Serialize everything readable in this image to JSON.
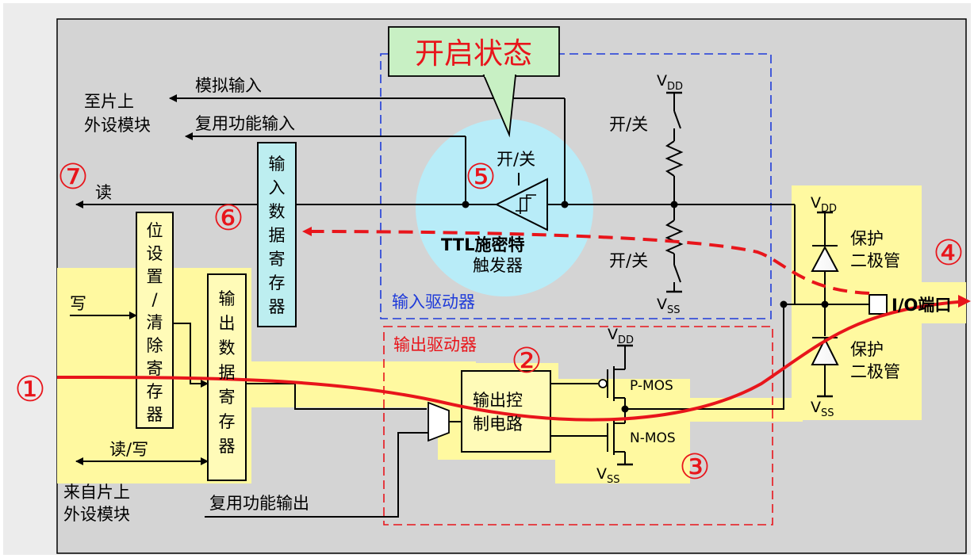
{
  "callout": "开启状态",
  "labels": {
    "to_peripheral_line1": "至片上",
    "to_peripheral_line2": "外设模块",
    "analog_input": "模拟输入",
    "alt_function_input": "复用功能输入",
    "read": "读",
    "write": "写",
    "read_write": "读/写",
    "from_peripheral_line1": "来自片上",
    "from_peripheral_line2": "外设模块",
    "alt_function_output": "复用功能输出",
    "on_off": "开/关",
    "ttl_schmitt_line1": "TTL施密特",
    "ttl_schmitt_line2": "触发器",
    "input_driver": "输入驱动器",
    "output_driver": "输出驱动器",
    "protection_diode_line1": "保护",
    "protection_diode_line2": "二极管",
    "io_pin": "I/O端口",
    "p_mos": "P-MOS",
    "n_mos": "N-MOS",
    "vdd_main": "V",
    "vdd_sub": "DD",
    "vss_main": "V",
    "vss_sub": "SS"
  },
  "blocks": {
    "input_data_register": [
      "输",
      "入",
      "数",
      "据",
      "寄",
      "存",
      "器"
    ],
    "bit_set_reset_register": [
      "位",
      "设",
      "置",
      "/",
      "清",
      "除",
      "寄",
      "存",
      "器"
    ],
    "output_data_register": [
      "输",
      "出",
      "数",
      "据",
      "寄",
      "存",
      "器"
    ],
    "output_control_line1": "输出控",
    "output_control_line2": "制电路"
  },
  "markers": [
    "①",
    "②",
    "③",
    "④",
    "⑤",
    "⑥",
    "⑦"
  ],
  "colors": {
    "highlight": "#fff9a0",
    "panel": "#d4d4d4",
    "signal_red": "#e8151b",
    "input_driver_border": "#1f3bd9",
    "output_driver_border": "#e8151b",
    "callout_fill": "#c8f0c4",
    "schmitt_glow": "#b8ecf8",
    "register_fill": "#bdeef0",
    "block_fill": "#fffbb8"
  }
}
